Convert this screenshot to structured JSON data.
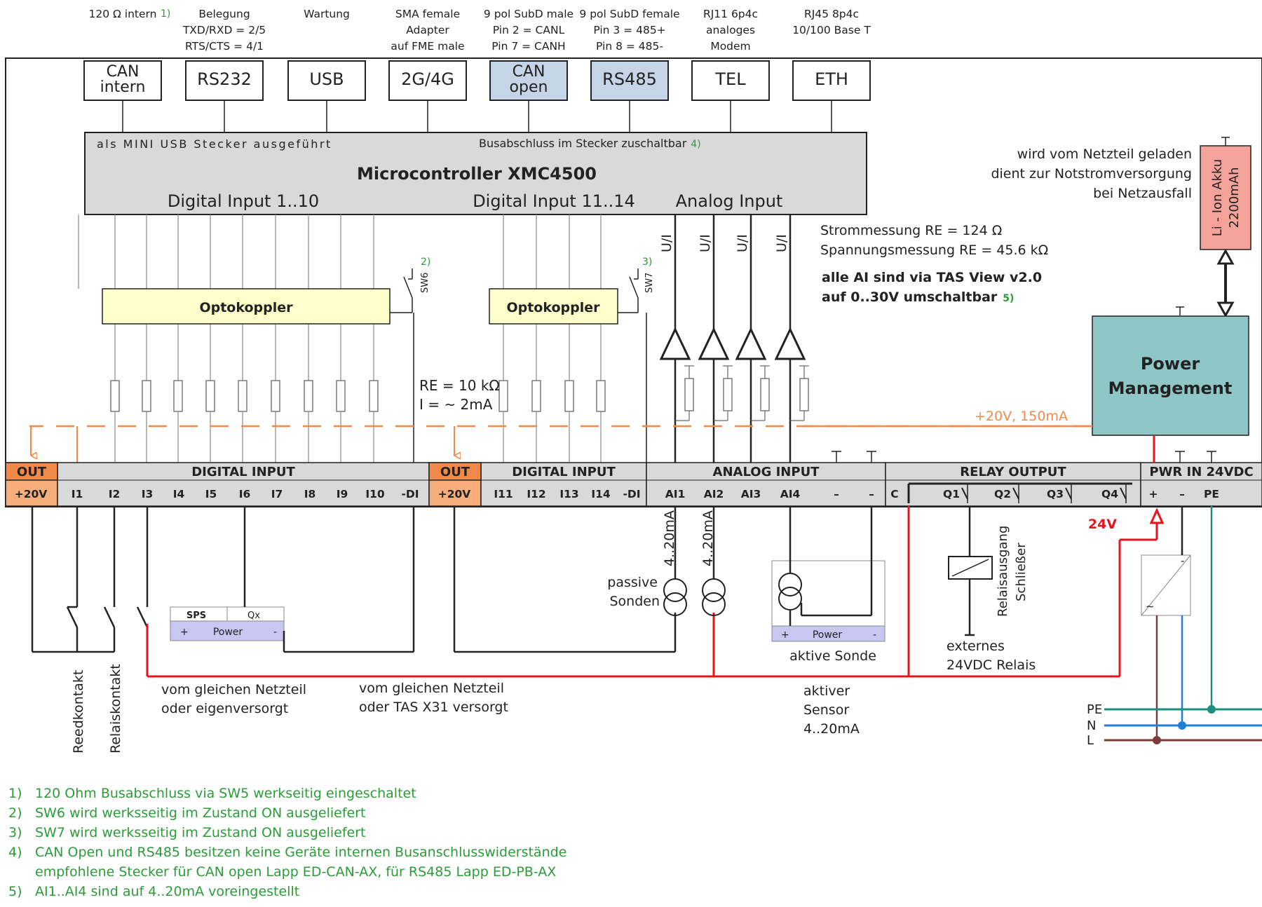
{
  "connector_labels": [
    {
      "lines": [
        "120 Ω intern"
      ],
      "mark": "1)"
    },
    {
      "lines": [
        "Belegung",
        "TXD/RXD = 2/5",
        "RTS/CTS = 4/1"
      ]
    },
    {
      "lines": [
        "Wartung"
      ]
    },
    {
      "lines": [
        "SMA female",
        "Adapter",
        "auf FME male"
      ]
    },
    {
      "lines": [
        "9 pol SubD male",
        "Pin 2 = CANL",
        "Pin 7 = CANH"
      ]
    },
    {
      "lines": [
        "9 pol SubD female",
        "Pin 3 = 485+",
        "Pin 8 = 485-"
      ]
    },
    {
      "lines": [
        "RJ11 6p4c",
        "analoges",
        "Modem"
      ]
    },
    {
      "lines": [
        "RJ45 8p4c",
        "10/100 Base T"
      ]
    }
  ],
  "connectors": [
    {
      "lines": [
        "CAN",
        "intern"
      ],
      "highlight": false
    },
    {
      "lines": [
        "RS232"
      ],
      "highlight": false
    },
    {
      "lines": [
        "USB"
      ],
      "highlight": false
    },
    {
      "lines": [
        "2G/4G"
      ],
      "highlight": false
    },
    {
      "lines": [
        "CAN",
        "open"
      ],
      "highlight": true
    },
    {
      "lines": [
        "RS485"
      ],
      "highlight": true
    },
    {
      "lines": [
        "TEL"
      ],
      "highlight": false
    },
    {
      "lines": [
        "ETH"
      ],
      "highlight": false
    }
  ],
  "mcu": {
    "usb_note": "als MINI USB Stecker ausgeführt",
    "bus_note": "Busabschluss im Stecker zuschaltbar",
    "bus_note_mark": "4)",
    "title": "Microcontroller XMC4500",
    "di1_label": "Digital Input 1..10",
    "di2_label": "Digital Input 11..14",
    "ai_label": "Analog Input"
  },
  "optokoppler": "Optokoppler",
  "switches": {
    "sw6": "SW6",
    "sw6_mark": "2)",
    "sw7": "SW7",
    "sw7_mark": "3)"
  },
  "ui_label": "U/I",
  "measurement": {
    "strom": "Strommessung RE = 124 Ω",
    "spannung": "Spannungsmessung RE = 45.6 kΩ",
    "tas1": "alle AI sind via TAS View v2.0",
    "tas2": "auf 0..30V umschaltbar",
    "tas_mark": "5)"
  },
  "re_note": {
    "line1": "RE = 10 kΩ",
    "line2": "I = ~ 2mA"
  },
  "battery": {
    "desc": [
      "wird vom Netzteil geladen",
      "dient zur Notstromversorgung",
      "bei Netzausfall"
    ],
    "label1": "Li - Ion Akku",
    "label2": "2200mAh"
  },
  "power_management": {
    "line1": "Power",
    "line2": "Management"
  },
  "supply_label": "+20V, 150mA",
  "terminal_groups": {
    "out1": "OUT",
    "di1": "DIGITAL INPUT",
    "out2": "OUT",
    "di2": "DIGITAL INPUT",
    "ai": "ANALOG INPUT",
    "relay": "RELAY OUTPUT",
    "pwr": "PWR IN 24VDC"
  },
  "terminals_out1": [
    "+20V"
  ],
  "terminals_di1": [
    "I1",
    "I2",
    "I3",
    "I4",
    "I5",
    "I6",
    "I7",
    "I8",
    "I9",
    "I10",
    "-DI"
  ],
  "terminals_out2": [
    "+20V"
  ],
  "terminals_di2": [
    "I11",
    "I12",
    "I13",
    "I14",
    "-DI"
  ],
  "terminals_ai": [
    "AI1",
    "AI2",
    "AI3",
    "AI4",
    "–",
    "–"
  ],
  "terminals_relay": [
    "C",
    "Q1",
    "Q2",
    "Q3",
    "Q4"
  ],
  "terminals_pwr": [
    "+",
    "–",
    "PE"
  ],
  "field": {
    "sps": "SPS",
    "qx": "Qx",
    "plus": "+",
    "power": "Power",
    "minus": "-",
    "reed": "Reedkontakt",
    "relais": "Relaiskontakt",
    "netzteil1_a": "vom gleichen Netzteil",
    "netzteil1_b": "oder eigenversorgt",
    "netzteil2_a": "vom gleichen Netzteil",
    "netzteil2_b": "oder TAS X31 versorgt",
    "ma1": "4..20mA",
    "ma2": "4..20mA",
    "passive1": "passive",
    "passive2": "Sonden",
    "aktive_power": "Power",
    "aktive_sonde": "aktive Sonde",
    "aktiver1": "aktiver",
    "aktiver2": "Sensor",
    "aktiver3": "4..20mA",
    "relais_out1": "Relaisausgang",
    "relais_out2": "Schließer",
    "ext1": "externes",
    "ext2": "24VDC Relais",
    "v24": "24V",
    "psu_minus": "-",
    "psu_ac": "~",
    "pe": "PE",
    "n": "N",
    "l": "L"
  },
  "footnotes": [
    {
      "num": "1)",
      "text": "120 Ohm Busabschluss via SW5 werkseitig eingeschaltet"
    },
    {
      "num": "2)",
      "text": "SW6 wird werksseitig im Zustand ON ausgeliefert"
    },
    {
      "num": "3)",
      "text": "SW7 wird werksseitig im Zustand ON ausgeliefert"
    },
    {
      "num": "4)",
      "text": "CAN Open und RS485 besitzen keine Geräte internen Busanschlusswiderstände"
    },
    {
      "num": "",
      "text": "empfohlene Stecker für CAN open Lapp ED-CAN-AX, für RS485 Lapp ED-PB-AX"
    },
    {
      "num": "5)",
      "text": "AI1..AI4 sind auf 4..20mA voreingestellt"
    }
  ],
  "colors": {
    "orange": "#f08a4b",
    "red": "#e8141c",
    "green": "#1a8f80",
    "blue": "#1e7fd8",
    "brown": "#7b3b3b",
    "grey": "#d9d9d9",
    "connector_blue": "#c5d4e6",
    "opto": "#ffffcc",
    "pm": "#8fc6c6",
    "battery": "#f4a39a",
    "footnote": "#2e9b3a"
  }
}
